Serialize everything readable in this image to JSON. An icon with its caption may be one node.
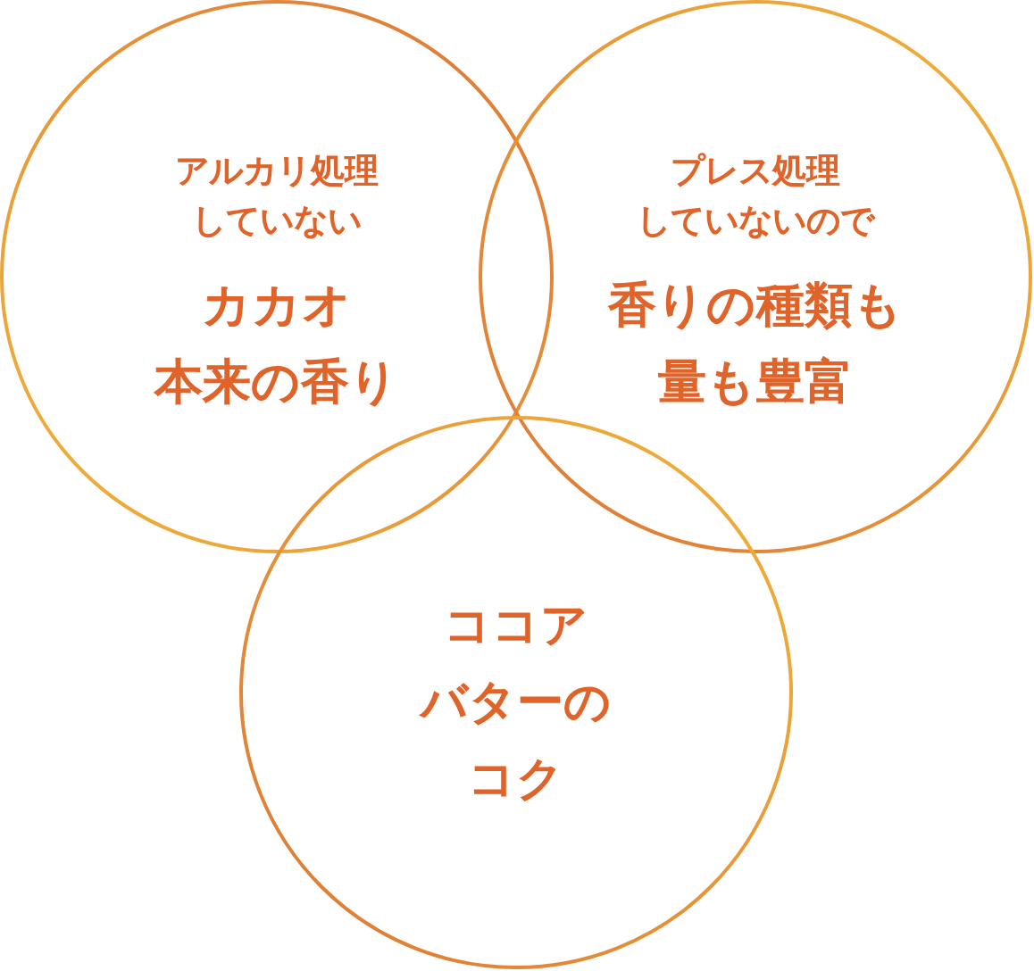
{
  "diagram": {
    "nodes": [
      {
        "text": [
          "アルカリ処理していない",
          "カカオ本来の香り"
        ]
      },
      {
        "text": [
          "プレス処理していないので",
          "香りの種類も量も豊富"
        ]
      },
      {
        "text": [
          "ココアバターのコク"
        ]
      }
    ]
  }
}
